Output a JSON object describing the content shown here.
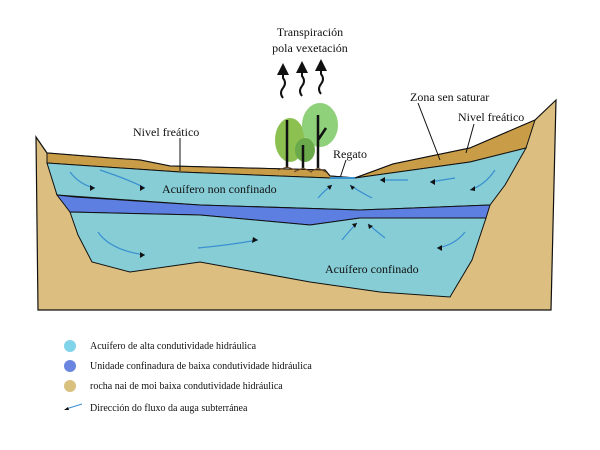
{
  "labels": {
    "transpiration_line1": "Transpiración",
    "transpiration_line2": "pola vexetación",
    "unsaturated_zone": "Zona sen saturar",
    "water_table_right": "Nivel freático",
    "water_table_left": "Nivel freático",
    "stream": "Regato",
    "unconfined_aquifer": "Acuífero non confinado",
    "confined_aquifer": "Acuífero confinado"
  },
  "legend": [
    {
      "label": "Acuífero de alta condutividade hidráulica",
      "color": "#7fd4ea"
    },
    {
      "label": "Unidade confinadura de baixa condutividade hidráulica",
      "color": "#6b86e0"
    },
    {
      "label": "rocha nai de moi baixa condutividade hidráulica",
      "color": "#d8c17e"
    },
    {
      "label": "Dirección do fluxo da auga subterránea",
      "color": "#3a8fd0"
    }
  ],
  "colors": {
    "rock": "#dcbf80",
    "topsoil": "#c99d48",
    "aquifer": "#86cdd6",
    "confining": "#5d7fe2",
    "arrow": "#3a8fd0"
  }
}
